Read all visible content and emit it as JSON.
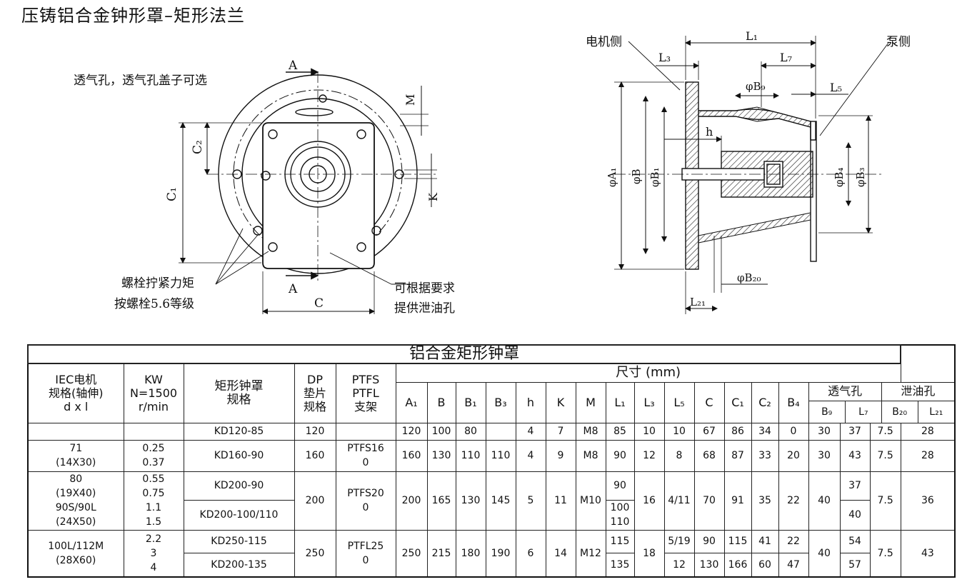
{
  "title": "压铸铝合金钟形罩–矩形法兰",
  "drawing": {
    "note_vent": "透气孔，透气孔盖子可选",
    "note_bolt_line1": "螺栓拧紧力矩",
    "note_bolt_line2": "按螺栓5.6等级",
    "note_drain_line1": "可根据要求",
    "note_drain_line2": "提供泄油孔",
    "section_mark": "A",
    "dim_C": "C",
    "dim_C1": "C₁",
    "dim_C2": "C₂",
    "dim_M": "M",
    "dim_K": "K",
    "side_motor": "电机侧",
    "side_pump": "泵侧",
    "dim_L1": "L₁",
    "dim_L3": "L₃",
    "dim_L7": "L₇",
    "dim_L5": "L₅",
    "dim_L21": "L₂₁",
    "dim_h": "h",
    "dim_B9": "φB₉",
    "dim_B20": "φB₂₀",
    "dim_A1": "φA₁",
    "dim_B": "φB",
    "dim_B1": "φB₁",
    "dim_B4": "φB₄",
    "dim_B3": "φB₃"
  },
  "table": {
    "caption": "铝合金矩形钟罩",
    "headers": {
      "iec": [
        "IEC电机",
        "规格(轴伸)",
        "d x l"
      ],
      "kw": [
        "KW",
        "N=1500",
        "r/min"
      ],
      "bell": [
        "矩形钟罩",
        "规格"
      ],
      "dp": [
        "DP",
        "垫片",
        "规格"
      ],
      "ptfs": [
        "PTFS",
        "PTFL",
        "支架"
      ],
      "dims": "尺寸 (mm)",
      "vent": "透气孔",
      "drain": "泄油孔",
      "cols": [
        "A₁",
        "B",
        "B₁",
        "B₃",
        "h",
        "K",
        "M",
        "L₁",
        "L₃",
        "L₅",
        "C",
        "C₁",
        "C₂",
        "B₄",
        "B₉",
        "L₇",
        "B₂₀",
        "L₂₁"
      ]
    },
    "rows": {
      "r1": {
        "bell": "KD120-85",
        "dp": "120",
        "A1": "120",
        "B": "100",
        "B1": "80",
        "h": "4",
        "K": "7",
        "M": "M8",
        "L1": "85",
        "L3": "10",
        "L5": "10",
        "C": "67",
        "C1": "86",
        "C2": "34",
        "B4": "0",
        "B9": "30",
        "L7": "37",
        "B20": "7.5",
        "L21": "28"
      },
      "r2": {
        "iec1": "71",
        "iec2": "(14X30)",
        "kw1": "0.25",
        "kw2": "0.37",
        "bell": "KD160-90",
        "dp": "160",
        "ptfs1": "PTFS16",
        "ptfs2": "0",
        "A1": "160",
        "B": "130",
        "B1": "110",
        "B3": "110",
        "h": "4",
        "K": "9",
        "M": "M8",
        "L1": "90",
        "L3": "12",
        "L5": "8",
        "C": "68",
        "C1": "87",
        "C2": "33",
        "B4": "20",
        "B9": "30",
        "L7": "43",
        "B20": "7.5",
        "L21": "28"
      },
      "r3": {
        "iec1": "80",
        "iec2": "(19X40)",
        "iec3": "90S/90L",
        "iec4": "(24X50)",
        "kw1": "0.55",
        "kw2": "0.75",
        "kw3": "1.1",
        "kw4": "1.5",
        "bell_a": "KD200-90",
        "bell_b": "KD200-100/110",
        "dp": "200",
        "ptfs1": "PTFS20",
        "ptfs2": "0",
        "A1": "200",
        "B": "165",
        "B1": "130",
        "B3": "145",
        "h": "5",
        "K": "11",
        "M": "M10",
        "L1_a": "90",
        "L1_b1": "100",
        "L1_b2": "110",
        "L3": "16",
        "L5": "4/11",
        "C": "70",
        "C1": "91",
        "C2": "35",
        "B4": "22",
        "B9": "40",
        "L7_a": "37",
        "L7_b": "40",
        "B20": "7.5",
        "L21": "36"
      },
      "r4": {
        "iec1": "100L/112M",
        "iec2": "(28X60)",
        "kw1": "2.2",
        "kw2": "3",
        "kw3": "4",
        "bell_a": "KD250-115",
        "bell_b": "KD200-135",
        "dp": "250",
        "ptfs1": "PTFL25",
        "ptfs2": "0",
        "A1": "250",
        "B": "215",
        "B1": "180",
        "B3": "190",
        "h": "6",
        "K": "14",
        "M": "M12",
        "L1_a": "115",
        "L1_b": "135",
        "L3": "18",
        "L5_a": "5/19",
        "L5_b": "12",
        "C_a": "90",
        "C_b": "130",
        "C1_a": "115",
        "C1_b": "166",
        "C2_a": "41",
        "C2_b": "60",
        "B4_a": "22",
        "B4_b": "47",
        "B9": "40",
        "L7_a": "54",
        "L7_b": "57",
        "B20": "7.5",
        "L21": "43"
      }
    }
  }
}
